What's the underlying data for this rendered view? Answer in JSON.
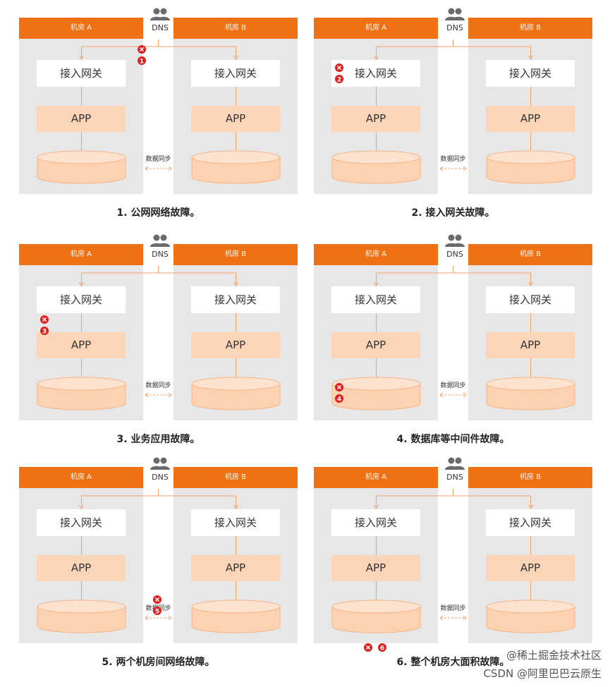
{
  "common": {
    "room_a": "机房 A",
    "room_b": "机房 B",
    "dns": "DNS",
    "gateway": "接入网关",
    "app": "APP",
    "sync": "数据同步"
  },
  "panels": [
    {
      "caption": "1. 公网网络故障。",
      "badge": "1"
    },
    {
      "caption": "2. 接入网关故障。",
      "badge": "2"
    },
    {
      "caption": "3. 业务应用故障。",
      "badge": "3"
    },
    {
      "caption": "4. 数据库等中间件故障。",
      "badge": "4"
    },
    {
      "caption": "5. 两个机房间网络故障。",
      "badge": "5"
    },
    {
      "caption": "6. 整个机房大面积故障。",
      "badge": "6"
    }
  ],
  "watermark": {
    "line1": "@稀土掘金技术社区",
    "line2": "CSDN @阿里巴巴云原生"
  },
  "colors": {
    "header_orange": "#f07014",
    "app_peach": "#fcd5b8",
    "room_grey": "#e7e7e7",
    "error_red": "#e02020"
  },
  "icons": [
    "people-icon",
    "error-x-icon",
    "numbered-badge-icon",
    "database-cylinder-icon",
    "sync-arrow-icon"
  ]
}
